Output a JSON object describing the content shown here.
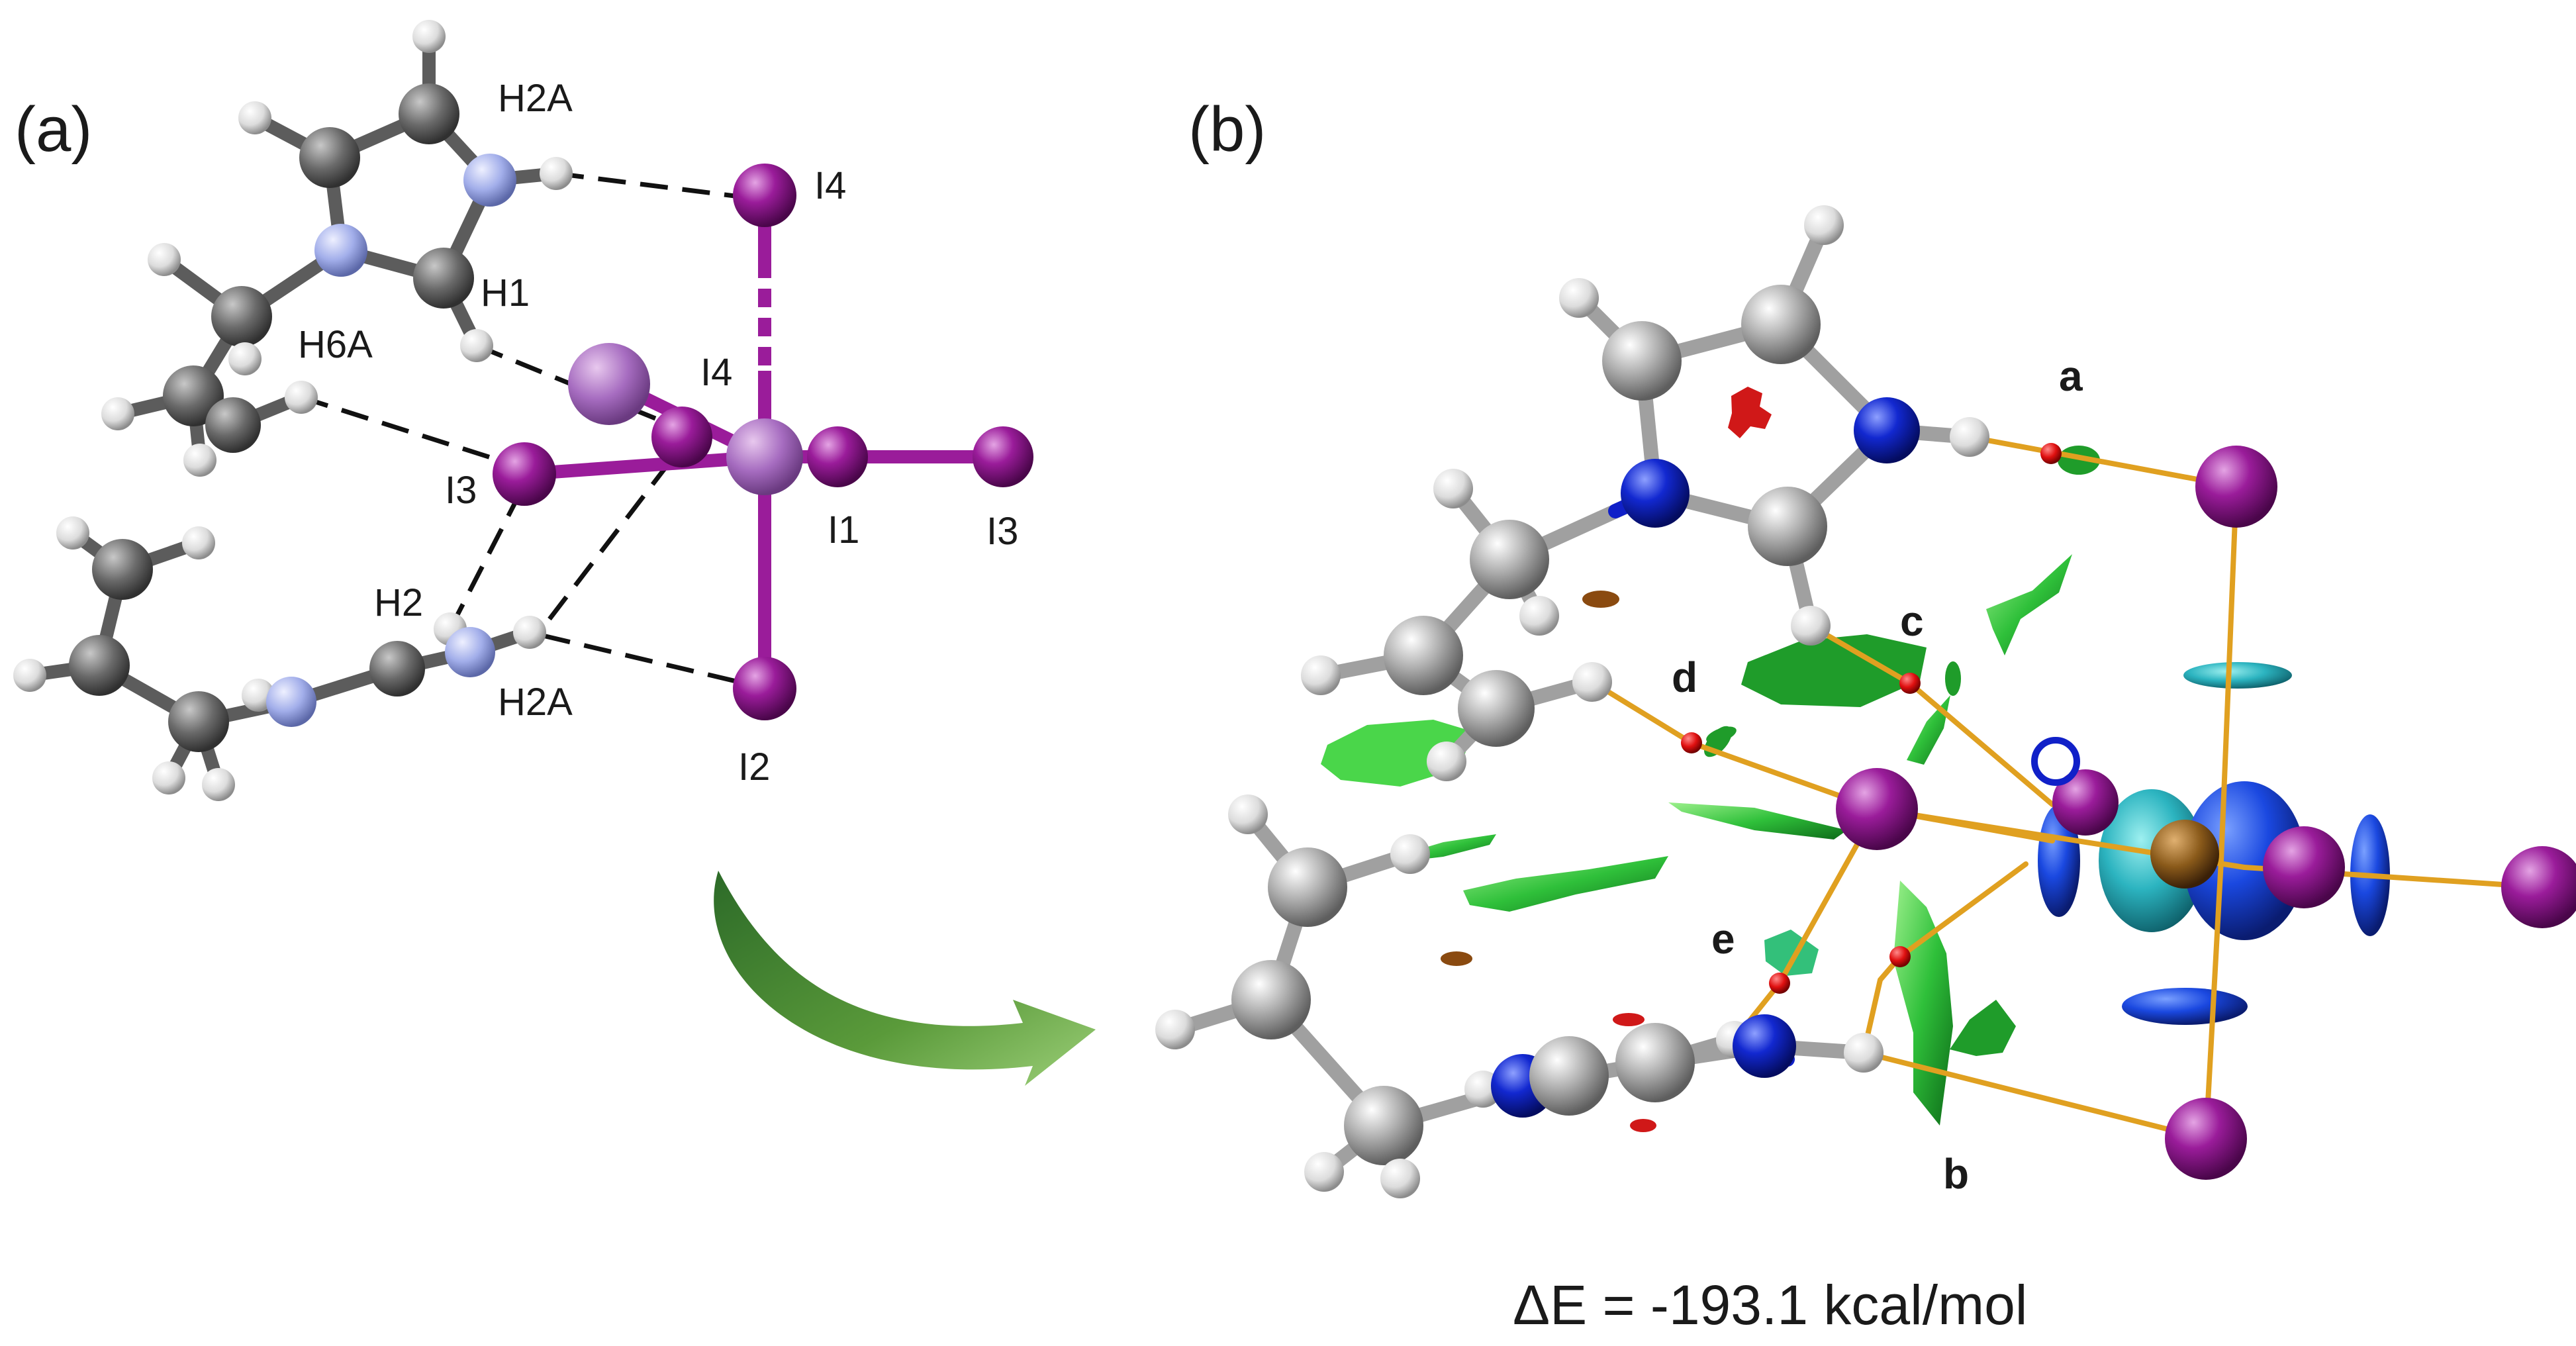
{
  "panel_a": {
    "label": "(a)",
    "atom_labels": {
      "h2a_top": "H2A",
      "i4_top": "I4",
      "h1": "H1",
      "h6a": "H6A",
      "i4_mid": "I4",
      "i3_left": "I3",
      "i1": "I1",
      "i3_right": "I3",
      "h2": "H2",
      "h2a_bottom": "H2A",
      "i2": "I2"
    }
  },
  "panel_b": {
    "label": "(b)",
    "interaction_labels": {
      "a": "a",
      "b": "b",
      "c": "c",
      "d": "d",
      "e": "e"
    },
    "energy": "ΔE = -193.1 kcal/mol"
  },
  "colors": {
    "iodine": "#8e108e",
    "iodine_light": "#b06cc0",
    "carbon_a": "#6e6e6e",
    "carbon_b": "#a8a8a8",
    "nitrogen_a": "#a9b4ee",
    "nitrogen_b": "#1020c8",
    "hydrogen": "#e6e6e6",
    "bond_path": "#e0a020",
    "bcp": "#e01010",
    "nci_green": "#2fc03a",
    "nci_blue": "#1e54d6",
    "nci_teal": "#1e9aa8",
    "nci_red": "#d01818",
    "arrow": "#5a9a3a"
  },
  "icons": {
    "transition_arrow": "curved-arrow-icon"
  }
}
